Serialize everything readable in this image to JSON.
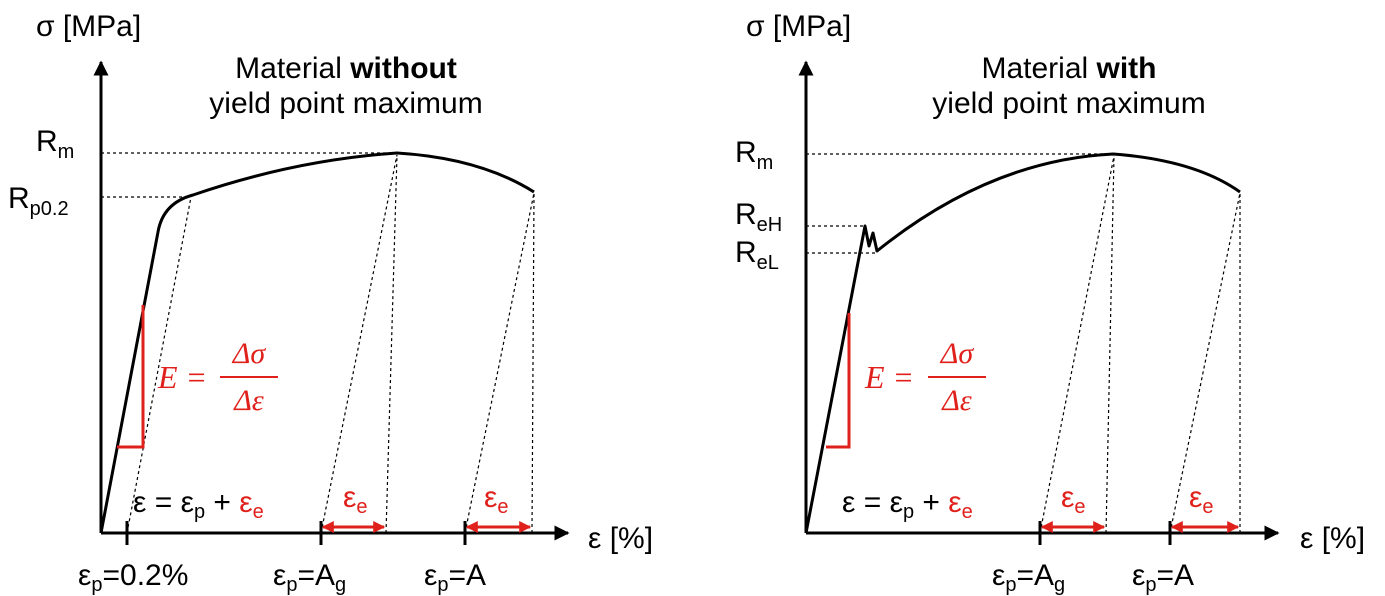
{
  "left": {
    "y_axis_label": "σ [MPa]",
    "x_axis_label": "ε [%]",
    "title_prefix": "Material ",
    "title_bold": "without",
    "title_line2": "yield point maximum",
    "label_Rm": {
      "main": "R",
      "sub": "m"
    },
    "label_Rp": {
      "main": "R",
      "sub": "p0.2"
    },
    "strain_eq": {
      "lhs": "ε = ε",
      "p_sub": "p",
      "plus": " + ",
      "e": "ε",
      "e_sub": "e"
    },
    "eps_e_1": {
      "main": "ε",
      "sub": "e"
    },
    "eps_e_2": {
      "main": "ε",
      "sub": "e"
    },
    "x_tick_1": {
      "main": "ε",
      "sub": "p",
      "rest": "=0.2%"
    },
    "x_tick_2": {
      "main": "ε",
      "sub": "p",
      "rest": "=A",
      "rest_sub": "g"
    },
    "x_tick_3": {
      "main": "ε",
      "sub": "p",
      "rest": "=A"
    },
    "modulus": {
      "lhs": "E",
      "eq": "=",
      "num": "Δσ",
      "den": "Δε"
    }
  },
  "right": {
    "y_axis_label": "σ [MPa]",
    "x_axis_label": "ε [%]",
    "title_prefix": "Material ",
    "title_bold": "with",
    "title_line2": "yield point maximum",
    "label_Rm": {
      "main": "R",
      "sub": "m"
    },
    "label_ReH": {
      "main": "R",
      "sub": "eH"
    },
    "label_ReL": {
      "main": "R",
      "sub": "eL"
    },
    "strain_eq": {
      "lhs": "ε = ε",
      "p_sub": "p",
      "plus": " + ",
      "e": "ε",
      "e_sub": "e"
    },
    "eps_e_1": {
      "main": "ε",
      "sub": "e"
    },
    "eps_e_2": {
      "main": "ε",
      "sub": "e"
    },
    "x_tick_2": {
      "main": "ε",
      "sub": "p",
      "rest": "=A",
      "rest_sub": "g"
    },
    "x_tick_3": {
      "main": "ε",
      "sub": "p",
      "rest": "=A"
    },
    "modulus": {
      "lhs": "E",
      "eq": "=",
      "num": "Δσ",
      "den": "Δε"
    }
  },
  "colors": {
    "line": "#000000",
    "accent": "#e0201b"
  }
}
